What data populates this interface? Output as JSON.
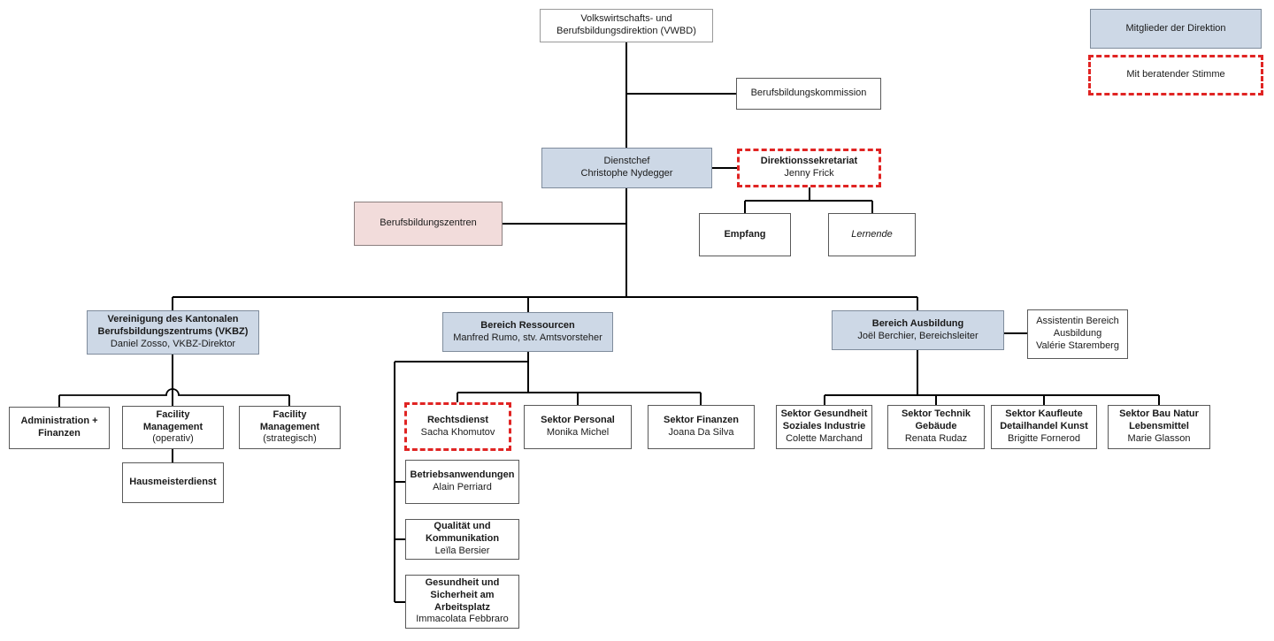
{
  "legend": {
    "members_label": "Mitglieder der Direktion",
    "advisory_label": "Mit beratender Stimme"
  },
  "colors": {
    "direktion_fill": "#cdd8e6",
    "zentren_fill": "#f2dcdb",
    "advisory_border": "#e02423",
    "connector_line": "#000000"
  },
  "nodes": {
    "vwbd": {
      "title": "Volkswirtschafts- und Berufsbildungsdirektion (VWBD)"
    },
    "kommission": {
      "title": "Berufsbildungskommission"
    },
    "dienstchef": {
      "title": "Dienstchef",
      "person": "Christophe Nydegger"
    },
    "sekretariat": {
      "title": "Direktionssekretariat",
      "person": "Jenny Frick"
    },
    "empfang": {
      "title": "Empfang"
    },
    "lernende": {
      "title": "Lernende"
    },
    "zentren": {
      "title": "Berufsbildungszentren"
    },
    "vkbz": {
      "title": "Vereinigung des Kantonalen Berufsbildungszentrums (VKBZ)",
      "person": "Daniel Zosso, VKBZ-Direktor"
    },
    "ressourcen": {
      "title": "Bereich Ressourcen",
      "person": "Manfred Rumo, stv. Amtsvorsteher"
    },
    "ausbildung": {
      "title": "Bereich Ausbildung",
      "person": "Joël Berchier, Bereichsleiter"
    },
    "assistentin": {
      "title": "Assistentin Bereich Ausbildung",
      "person": "Valérie Staremberg"
    },
    "admin_finanzen": {
      "title": "Administration + Finanzen"
    },
    "fm_operativ": {
      "title": "Facility Management",
      "subtitle": "(operativ)"
    },
    "fm_strategisch": {
      "title": "Facility Management",
      "subtitle": "(strategisch)"
    },
    "hausmeister": {
      "title": "Hausmeisterdienst"
    },
    "rechtsdienst": {
      "title": "Rechtsdienst",
      "person": "Sacha Khomutov"
    },
    "sektor_personal": {
      "title": "Sektor Personal",
      "person": "Monika Michel"
    },
    "sektor_finanzen": {
      "title": "Sektor Finanzen",
      "person": "Joana Da Silva"
    },
    "betriebsanwendungen": {
      "title": "Betriebsanwendungen",
      "person": "Alain Perriard"
    },
    "qualitaet": {
      "title": "Qualität und Kommunikation",
      "person": "Leïla Bersier"
    },
    "arbeitsschutz": {
      "title": "Gesundheit und Sicherheit am Arbeitsplatz",
      "person": "Immacolata Febbraro"
    },
    "sektor_gesundheit": {
      "title": "Sektor Gesundheit Soziales Industrie",
      "person": "Colette Marchand"
    },
    "sektor_technik": {
      "title": "Sektor Technik Gebäude",
      "person": "Renata Rudaz"
    },
    "sektor_kaufleute": {
      "title": "Sektor Kaufleute Detailhandel Kunst",
      "person": "Brigitte Fornerod"
    },
    "sektor_bau": {
      "title": "Sektor Bau Natur Lebensmittel",
      "person": "Marie Glasson"
    }
  }
}
